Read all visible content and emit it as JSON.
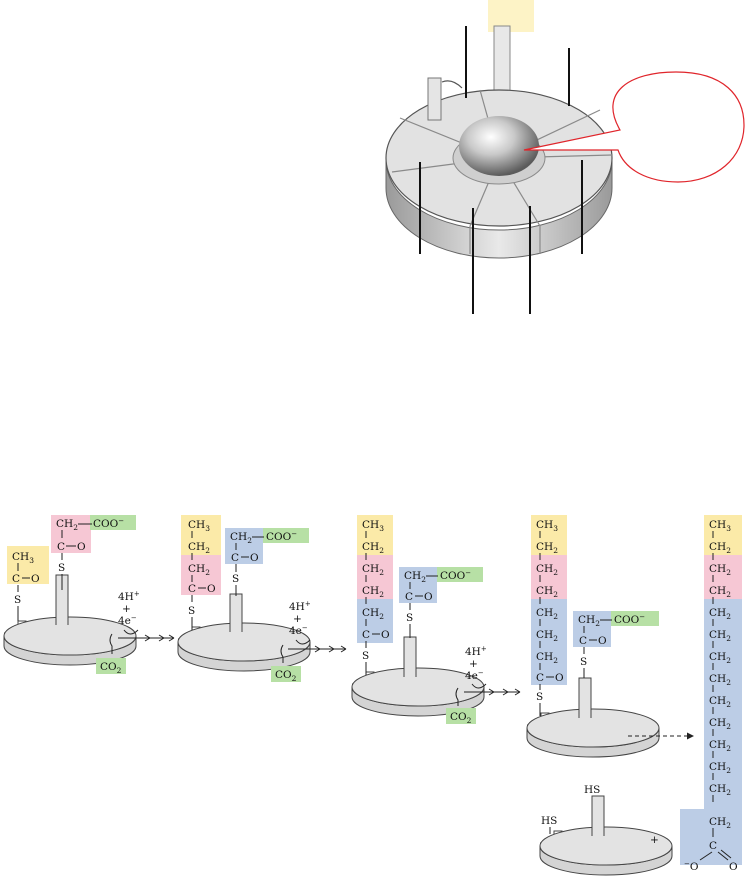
{
  "colors": {
    "acetyl": "#fbeaa8",
    "malonyl": "#f6c7d4",
    "extension": "#bccde6",
    "co2": "#b7e0a5",
    "top_tab": "#fdf3c6",
    "callout": "#e0252b",
    "enzyme_fill": "#e3e3e3"
  },
  "chem": {
    "ch3": "CH",
    "three": "3",
    "ch2": "CH",
    "two": "2",
    "coo": "COO",
    "minus": "−",
    "c": "C",
    "o": "O",
    "s": "S",
    "hs": "HS",
    "co": "CO",
    "reduction_h": "4H",
    "plus_sign": "+",
    "plus": "+",
    "e": "4e",
    "final_c": "C",
    "final_o": "O"
  }
}
